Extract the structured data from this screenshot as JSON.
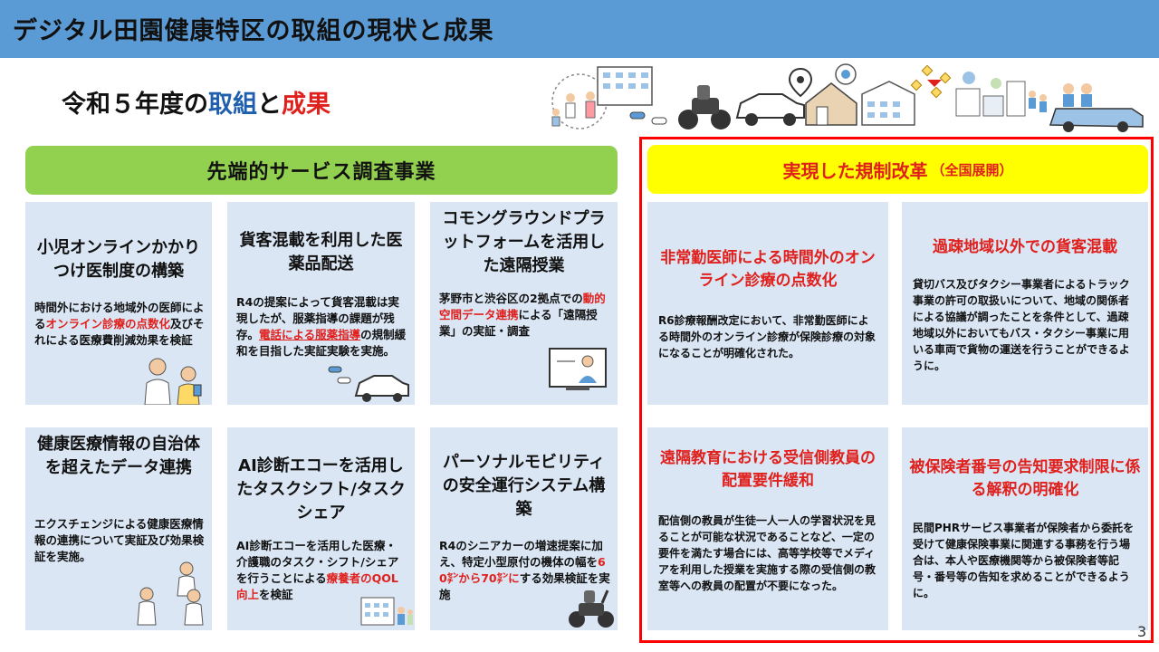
{
  "header": {
    "title": "デジタル田園健康特区の取組の現状と成果"
  },
  "subtitle": {
    "prefix": "令和５年度の",
    "blue": "取組",
    "mid": "と",
    "red": "成果"
  },
  "left_banner": {
    "label": "先端的サービス調査事業"
  },
  "right_banner": {
    "label": "実現した規制改革",
    "sub": "（全国展開）"
  },
  "projects": [
    {
      "title": "小児オンラインかかりつけ医制度の構築",
      "body_1": "時間外における地域外の医師による",
      "body_red": "オンライン診療の点数化",
      "body_2": "及びそれによる医療費削減効果を検証"
    },
    {
      "title": "貨客混載を利用した医薬品配送",
      "body_1": "R4の提案によって貨客混載は実現したが、服薬指導の課題が残存。",
      "body_red": "電話による服薬指導",
      "body_2": "の規制緩和を目指した実証実験を実施。"
    },
    {
      "title": "コモングラウンドプラットフォームを活用した遠隔授業",
      "body_1": "茅野市と渋谷区の2拠点での",
      "body_red": "動的空間データ連携",
      "body_2": "による「遠隔授業」の実証・調査"
    },
    {
      "title": "健康医療情報の自治体を超えたデータ連携",
      "body_1": "エクスチェンジによる健康医療情報の連携について実証及び効果検証を実施。"
    },
    {
      "title": "AI診断エコーを活用したタスクシフト/タスクシェア",
      "body_1": "AI診断エコーを活用した医療・介護職のタスク・シフト/シェアを行うことによる",
      "body_red": "療養者のQOL向上",
      "body_2": "を検証"
    },
    {
      "title": "パーソナルモビリティの安全運行システム構築",
      "body_1": "R4のシニアカーの増速提案に加え、特定小型原付の機体の幅を",
      "body_red": "60㌢から70㌢に",
      "body_2": "する効果検証を実施"
    }
  ],
  "reforms": [
    {
      "title": "非常勤医師による時間外のオンライン診療の点数化",
      "body": "R6診療報酬改定において、非常勤医師による時間外のオンライン診療が保険診療の対象になることが明確化された。"
    },
    {
      "title": "過疎地域以外での貨客混載",
      "body": "貸切バス及びタクシー事業者によるトラック事業の許可の取扱いについて、地域の関係者による協議が調ったことを条件として、過疎地域以外においてもバス・タクシー事業に用いる車両で貨物の運送を行うことができるように。"
    },
    {
      "title": "遠隔教育における受信側教員の配置要件緩和",
      "body": "配信側の教員が生徒一人一人の学習状況を見ることが可能な状況であることなど、一定の要件を満たす場合には、高等学校等でメディアを利用した授業を実施する際の受信側の教室等への教員の配置が不要になった。"
    },
    {
      "title": "被保険者番号の告知要求制限に係る解釈の明確化",
      "body": "民間PHRサービス事業者が保険者から委託を受けて健康保険事業に関連する事務を行う場合は、本人や医療機関等から被保険者等記号・番号等の告知を求めることができるように。"
    }
  ],
  "page_number": "3",
  "colors": {
    "header_bg": "#5b9bd5",
    "left_banner_bg": "#92d050",
    "right_banner_bg": "#ffff00",
    "card_bg": "#dae6f4",
    "accent_red": "#e0201c",
    "accent_blue": "#1f5fae"
  },
  "icons": [
    "doctor-child-icon",
    "delivery-car-icon",
    "remote-lesson-icon",
    "health-workers-icon",
    "hospital-building-icon",
    "senior-scooter-icon",
    "town-illustration"
  ]
}
